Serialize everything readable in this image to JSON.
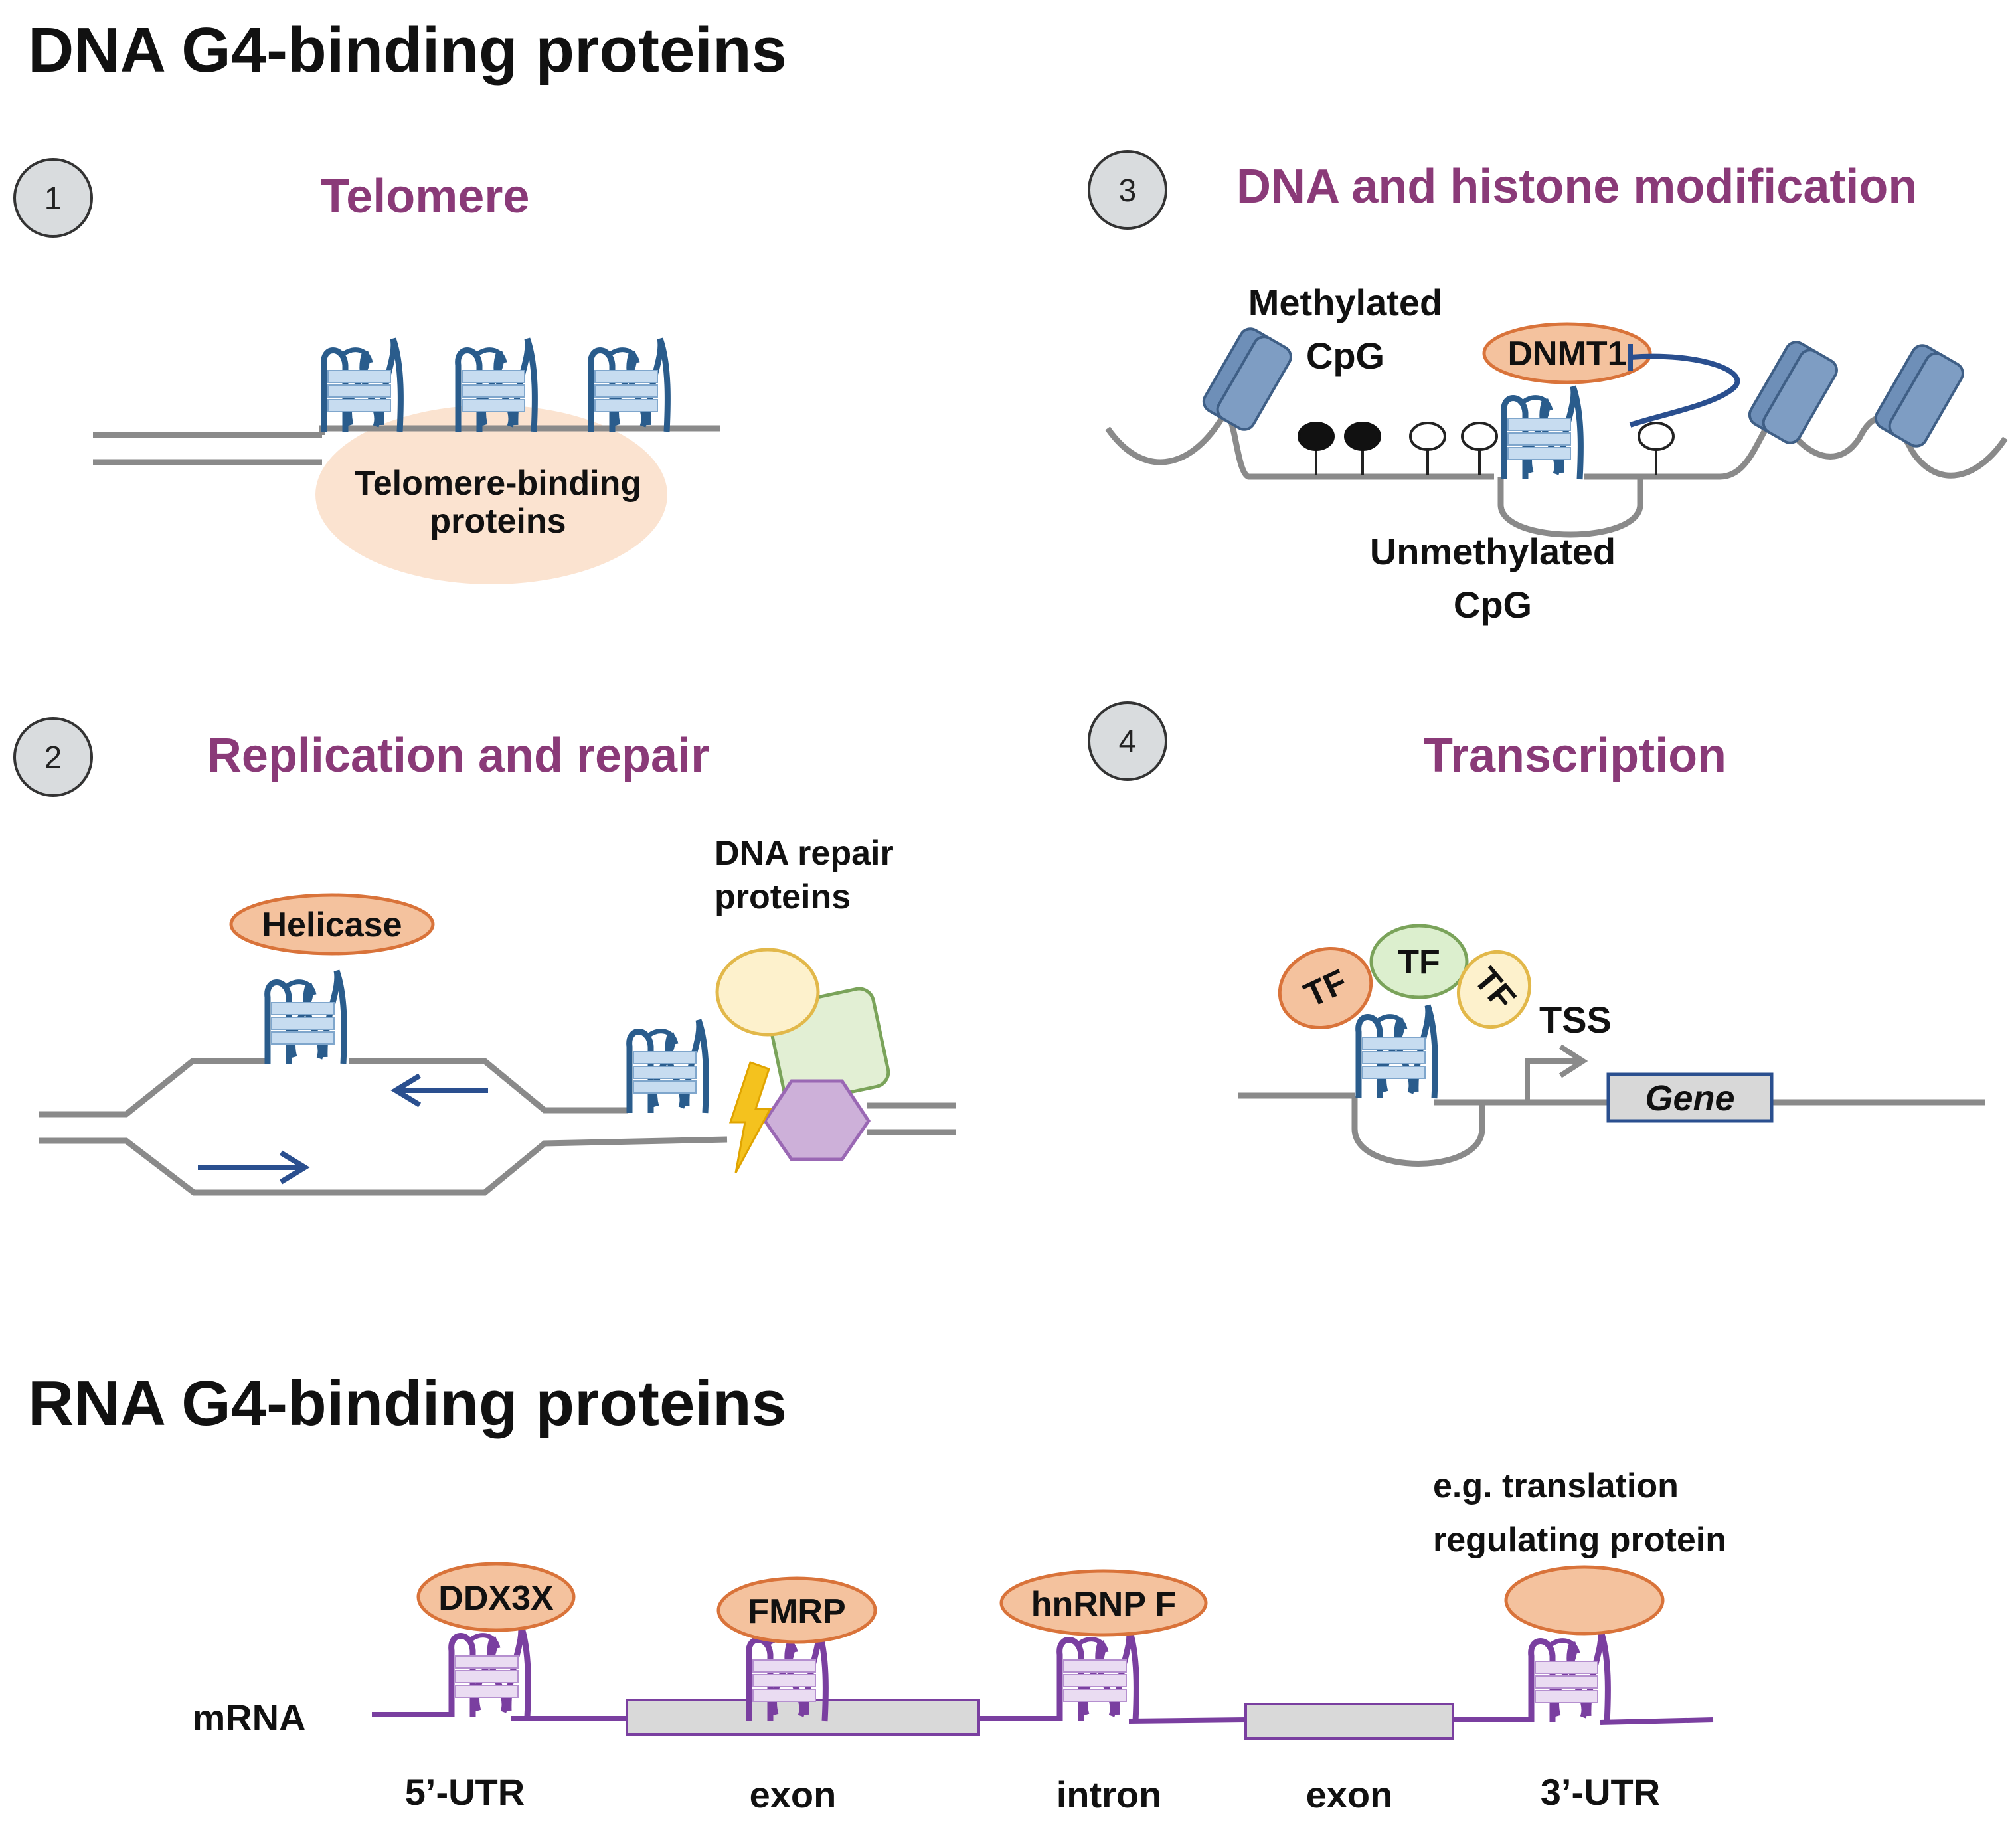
{
  "dna_title": "DNA G4-binding proteins",
  "rna_title": "RNA G4-binding proteins",
  "panels": {
    "telomere": {
      "number": "1",
      "title": "Telomere",
      "protein_line1": "Telomere-binding",
      "protein_line2": "proteins"
    },
    "replication": {
      "number": "2",
      "title": "Replication and repair",
      "helicase": "Helicase",
      "repair_line1": "DNA repair",
      "repair_line2": "proteins"
    },
    "modification": {
      "number": "3",
      "title": "DNA and histone modification",
      "methylated_line1": "Methylated",
      "methylated_line2": "CpG",
      "enzyme": "DNMT1",
      "unmethylated_line1": "Unmethylated",
      "unmethylated_line2": "CpG"
    },
    "transcription": {
      "number": "4",
      "title": "Transcription",
      "tf": "TF",
      "tss": "TSS",
      "gene": "Gene"
    }
  },
  "rna": {
    "mrna": "mRNA",
    "proteins": [
      "DDX3X",
      "FMRP",
      "hnRNP F"
    ],
    "example_line1": "e.g. translation",
    "example_line2": "regulating protein",
    "regions": [
      "5’-UTR",
      "exon",
      "intron",
      "exon",
      "3’-UTR"
    ]
  },
  "colors": {
    "panel_title": "#8a3a78",
    "protein_fill": "#f4c29e",
    "protein_stroke": "#d9733a",
    "dna_g4": "#2a5c8c",
    "rna_g4": "#7a3fa0",
    "strand": "#8a8a8a"
  }
}
